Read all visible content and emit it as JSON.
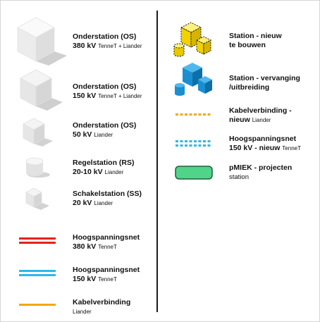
{
  "left_items": [
    {
      "title": "Onderstation (OS)",
      "voltage": "380 kV",
      "owner": "TenneT + Liander",
      "icon": "white-cube-large-icon"
    },
    {
      "title": "Onderstation (OS)",
      "voltage": "150 kV",
      "owner": "TenneT + Liander",
      "icon": "white-cube-medium-icon"
    },
    {
      "title": "Onderstation (OS)",
      "voltage": "50 kV",
      "owner": "Liander",
      "icon": "white-cube-small-icon"
    },
    {
      "title": "Regelstation (RS)",
      "voltage": "20-10 kV",
      "owner": "Liander",
      "icon": "cylinder-icon"
    },
    {
      "title": "Schakelstation (SS)",
      "voltage": "20 kV",
      "owner": "Liander",
      "icon": "white-cube-tiny-icon"
    },
    {
      "title": "Hoogspanningsnet",
      "voltage": "380 kV",
      "owner": "TenneT",
      "icon": "red-double-line-icon"
    },
    {
      "title": "Hoogspanningsnet",
      "voltage": "150 kV",
      "owner": "TenneT",
      "icon": "blue-double-line-icon"
    },
    {
      "title": "Kabelverbinding",
      "voltage": "",
      "owner": "Liander",
      "icon": "orange-line-icon"
    }
  ],
  "right_items": [
    {
      "line1": "Station - nieuw",
      "line2": "te bouwen",
      "line2_small": "",
      "icon": "yellow-station-cluster-icon"
    },
    {
      "line1": "Station - vervanging",
      "line2": "/uitbreiding",
      "line2_small": "",
      "icon": "blue-station-cluster-icon"
    },
    {
      "line1": "Kabelverbinding -",
      "line2": "nieuw",
      "line2_small": "Liander",
      "icon": "orange-dashed-line-icon"
    },
    {
      "line1": "Hoogspanningsnet",
      "line2": "150 kV - nieuw",
      "line2_small": "TenneT",
      "icon": "blue-dashed-double-line-icon"
    },
    {
      "line1": "pMIEK - projecten",
      "line2": "",
      "line2_small": "station",
      "icon": "green-rounded-rectangle-icon"
    }
  ],
  "colors": {
    "red_line": "#e2231a",
    "blue_line": "#2bb8ea",
    "orange_line": "#f5a800",
    "yellow_station": "#f2d200",
    "blue_station": "#1a8fd0",
    "green_pmiek": "#4fd48a"
  }
}
